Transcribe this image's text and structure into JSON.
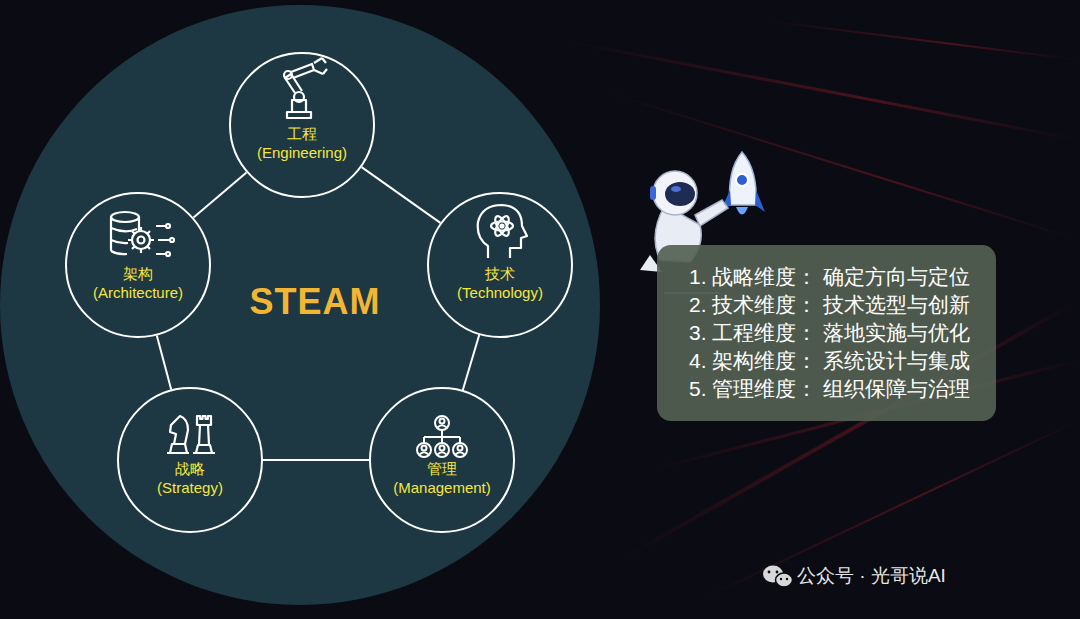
{
  "diagram": {
    "nodes": [
      {
        "text": [
          "STEAM"
        ]
      },
      {
        "text": [
          "工程",
          "(Engineering)"
        ],
        "in": 0
      },
      {
        "text": [
          "架构",
          "(Architecture)"
        ],
        "in": 0
      },
      {
        "text": [
          "技术",
          "(Technology)"
        ],
        "in": 0
      },
      {
        "text": [
          "战略",
          "(Strategy)"
        ],
        "in": 0
      },
      {
        "text": [
          "管理",
          "(Management)"
        ],
        "in": 0
      },
      {
        "text": [
          "1. 战略维度： 确定方向与定位",
          "2. 技术维度： 技术选型与创新",
          "3. 工程维度： 落地实施与优化",
          "4. 架构维度： 系统设计与集成",
          "5. 管理维度： 组织保障与治理"
        ]
      }
    ],
    "edges": [
      {
        "from": 1,
        "to": 3,
        "arrow": "none"
      },
      {
        "from": 3,
        "to": 5,
        "arrow": "none"
      },
      {
        "from": 5,
        "to": 4,
        "arrow": "none"
      },
      {
        "from": 4,
        "to": 2,
        "arrow": "none"
      },
      {
        "from": 2,
        "to": 1,
        "arrow": "none"
      }
    ],
    "labels": [
      "公众号 · 光哥说AI"
    ]
  }
}
